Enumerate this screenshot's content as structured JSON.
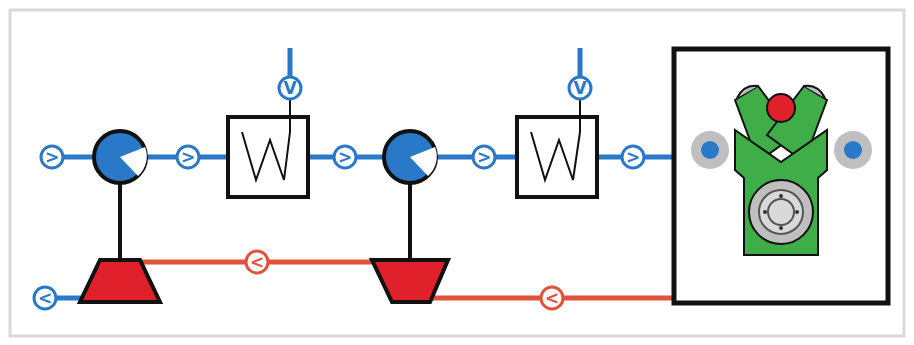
{
  "diagram": {
    "nodes": [
      {
        "text": [
          "V"
        ]
      },
      {
        "text": [
          "V"
        ]
      },
      {
        "text": [
          ">"
        ]
      },
      {
        "text": [
          ">"
        ]
      },
      {
        "text": [
          ">"
        ]
      },
      {
        "text": [
          ">"
        ]
      },
      {
        "text": [
          ">"
        ]
      },
      {
        "text": [
          "<"
        ]
      },
      {
        "text": [
          "<"
        ]
      },
      {
        "text": [
          "<"
        ]
      }
    ]
  }
}
